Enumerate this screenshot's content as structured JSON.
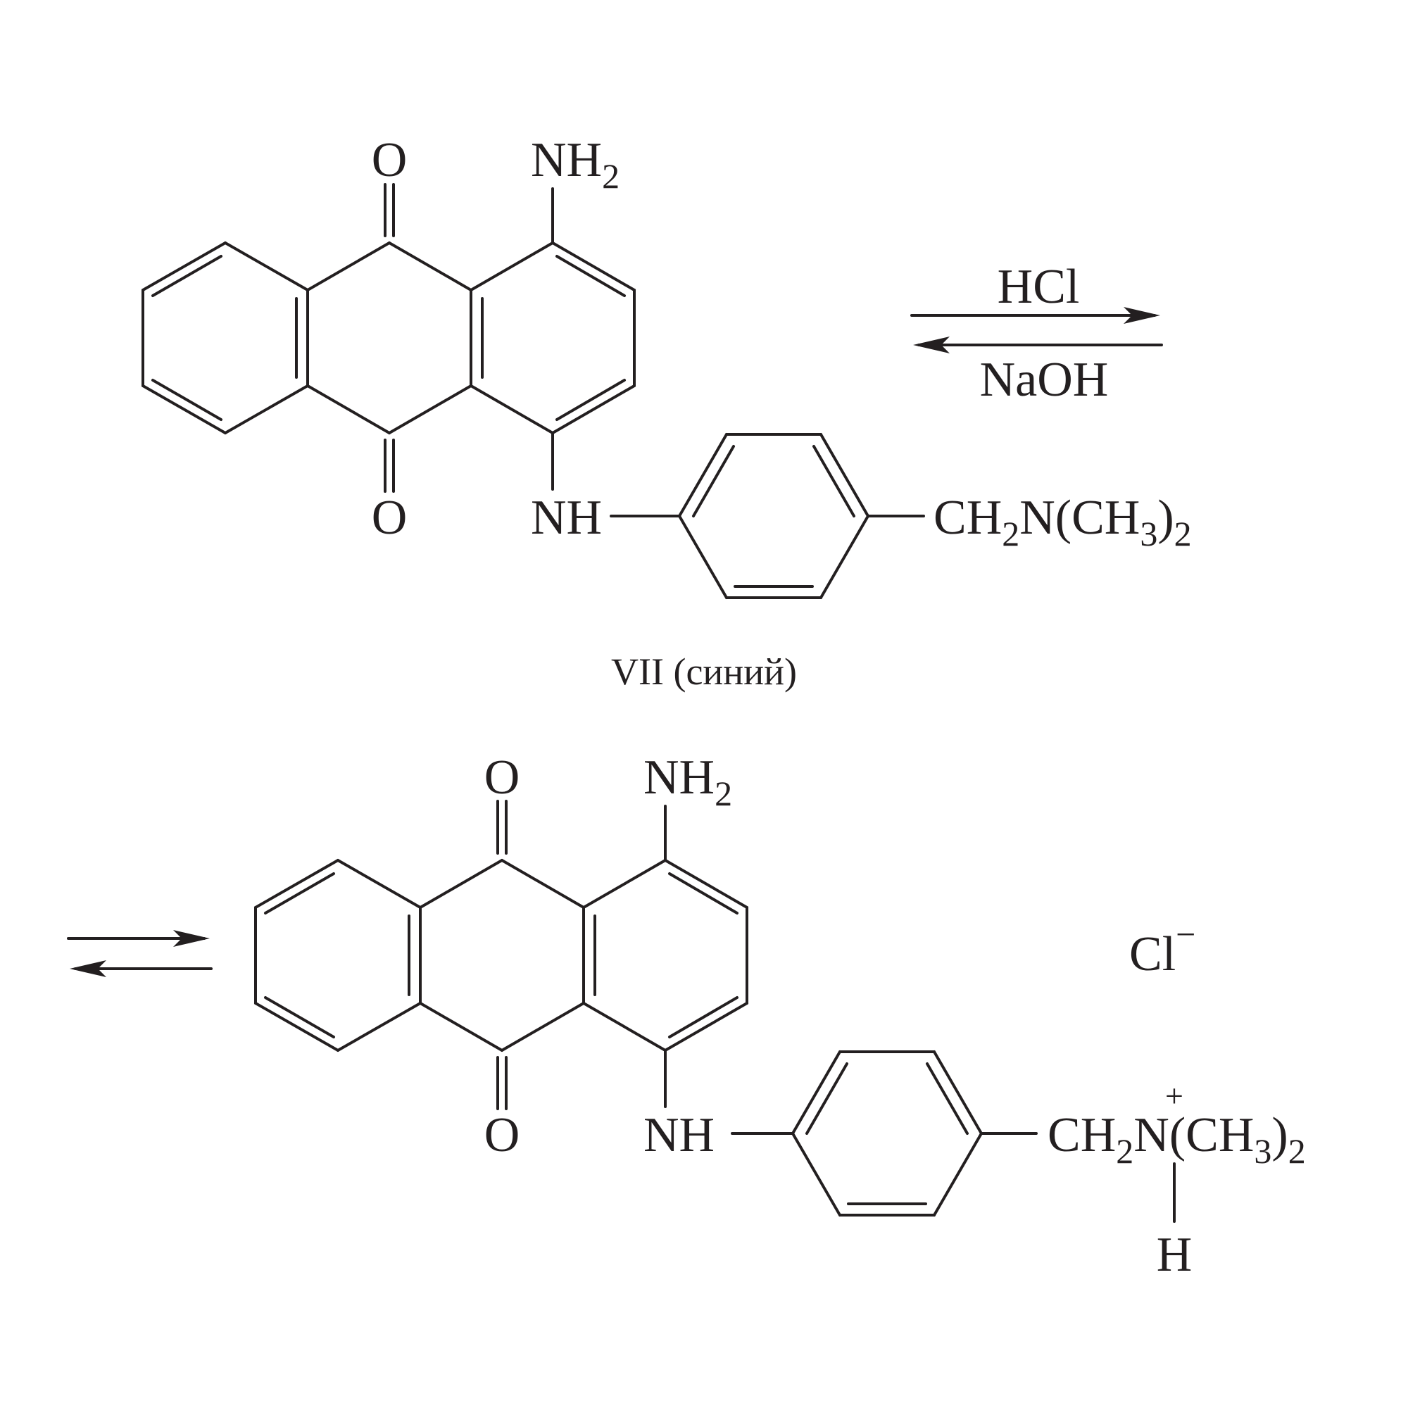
{
  "reagents": {
    "forward": "HCl",
    "reverse": "NaOH"
  },
  "molecule_top": {
    "o_top": "O",
    "o_bottom": "O",
    "nh2": "NH",
    "nh2_sub": "2",
    "nh": "NH",
    "side_chain": {
      "ch": "CH",
      "sub1": "2",
      "n": "N(CH",
      "sub2": "3",
      "close": ")",
      "sub3": "2"
    },
    "caption": "VII (синий)"
  },
  "molecule_bottom": {
    "o_top": "O",
    "o_bottom": "O",
    "nh2": "NH",
    "nh2_sub": "2",
    "nh": "NH",
    "side_chain": {
      "ch": "CH",
      "sub1": "2",
      "n": "N",
      "plus": "+",
      "rest": "(CH",
      "sub2": "3",
      "close": ")",
      "sub3": "2"
    },
    "h": "H"
  },
  "counter_ion": {
    "symbol": "Cl",
    "charge": "−"
  }
}
